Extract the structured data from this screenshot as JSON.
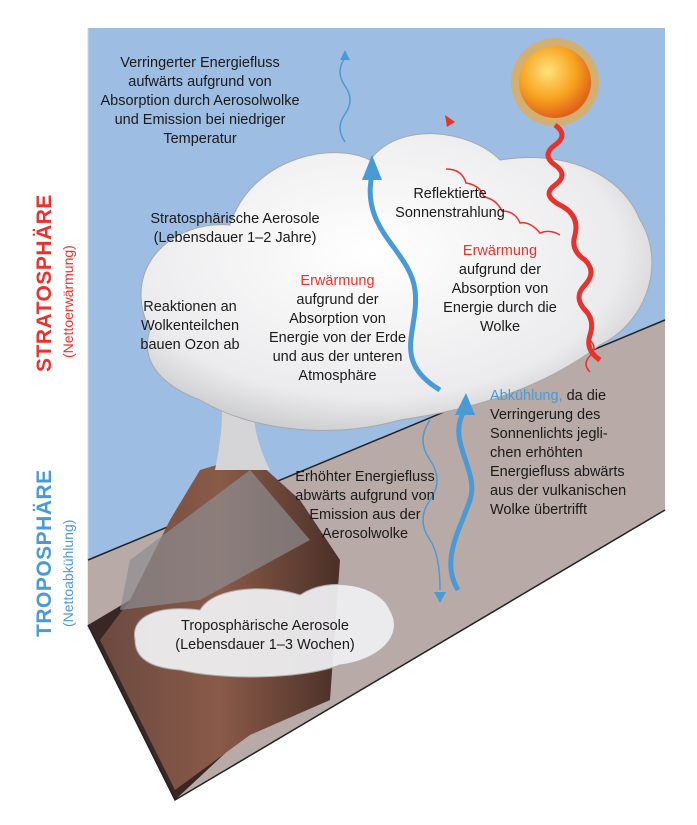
{
  "side_labels": {
    "stratosphere": {
      "title": "STRATOSPHÄRE",
      "subtitle": "(Nettoerwärmung)"
    },
    "troposphere": {
      "title": "TROPOSPHÄRE",
      "subtitle": "(Nettoabkühlung)"
    }
  },
  "labels": {
    "upward_flux": [
      "Verringerter Energiefluss",
      "aufwärts aufgrund von",
      "Absorption durch Aerosolwolke",
      "und Emission bei niedriger",
      "Temperatur"
    ],
    "strat_aerosols": [
      "Stratosphärische Aerosole",
      "(Lebensdauer 1–2 Jahre)"
    ],
    "ozone": [
      "Reaktionen an",
      "Wolkenteilchen",
      "bauen Ozon ab"
    ],
    "warming_earth": {
      "highlight": "Erwärmung",
      "lines": [
        "aufgrund der",
        "Absorption von",
        "Energie von der Erde",
        "und aus der unteren",
        "Atmosphäre"
      ]
    },
    "reflected": [
      "Reflektierte",
      "Sonnenstrahlung"
    ],
    "warming_cloud": {
      "highlight": "Erwärmung",
      "lines": [
        "aufgrund der",
        "Absorption von",
        "Energie durch die",
        "Wolke"
      ]
    },
    "cooling": {
      "highlight": "Abkühlung,",
      "first_rest": " da die",
      "lines": [
        "Verringerung des",
        "Sonnenlichts jegli-",
        "chen erhöhten",
        "Energiefluss abwärts",
        "aus der vulkanischen",
        "Wolke übertrifft"
      ]
    },
    "downward_flux": [
      "Erhöhter Energiefluss",
      "abwärts aufgrund von",
      "Emission aus der",
      "Aerosolwolke"
    ],
    "trop_aerosols": [
      "Troposphärische Aerosole",
      "(Lebensdauer 1–3 Wochen)"
    ]
  },
  "colors": {
    "sky": "#9dbde3",
    "warm": "#e8322e",
    "cool": "#4a9ad8",
    "ground": "#b8aaa7",
    "sun": "#f08a1a"
  }
}
